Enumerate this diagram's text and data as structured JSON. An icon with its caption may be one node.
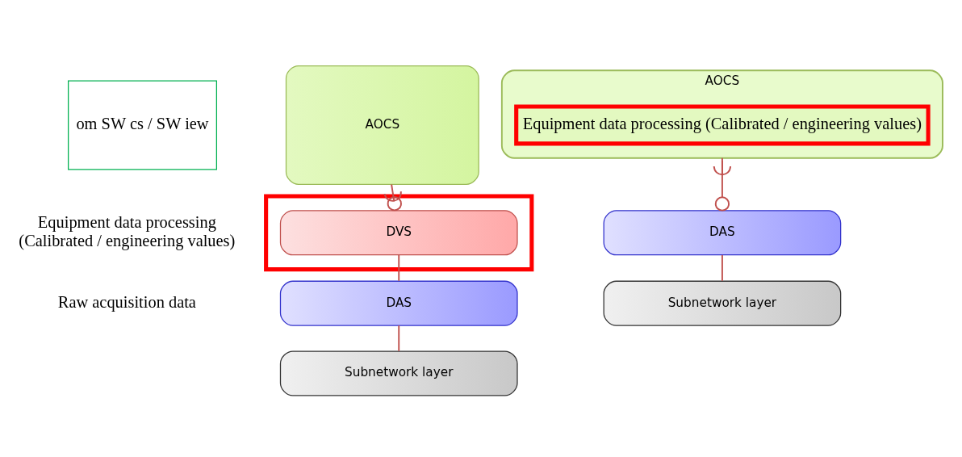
{
  "diagram": {
    "nodes": [
      {
        "text": [
          "om SW cs / SW iew"
        ]
      },
      {
        "text": [
          "AOCS"
        ]
      },
      {
        "text": [],
        "shape": "box"
      },
      {
        "text": [
          "DVS"
        ],
        "in": 2
      },
      {
        "text": [
          "DAS"
        ]
      },
      {
        "text": [
          "Subnetwork layer"
        ]
      },
      {
        "text": [
          "AOCS"
        ]
      },
      {
        "text": [
          "Equipment data processing (Calibrated / engineering values)"
        ],
        "in": 6
      },
      {
        "text": [
          "DAS"
        ]
      },
      {
        "text": [
          "Subnetwork layer"
        ]
      }
    ],
    "edges": [
      {
        "from": 1,
        "to": 3,
        "arrow": "other"
      },
      {
        "from": 3,
        "to": 4,
        "arrow": "none"
      },
      {
        "from": 4,
        "to": 5,
        "arrow": "none"
      },
      {
        "from": 6,
        "to": 8,
        "arrow": "other"
      },
      {
        "from": 8,
        "to": 9,
        "arrow": "none"
      }
    ],
    "labels": [
      "Equipment data processing (Calibrated / engineering values)",
      "Raw acquisition data"
    ]
  }
}
